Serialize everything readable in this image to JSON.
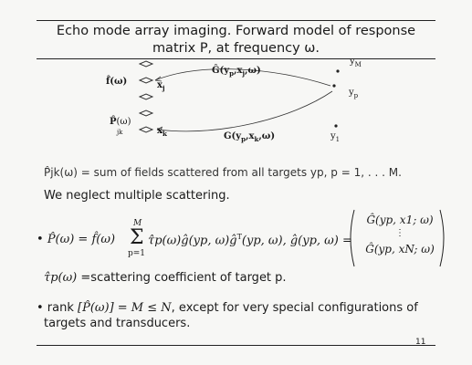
{
  "slide": {
    "title_line1": "Echo mode array imaging. Forward model of response",
    "title_line2": "matrix P, at frequency ω.",
    "diagram": {
      "f_label": "f̂(ω)",
      "x_j": "x",
      "x_j_sub": "j",
      "P_label": "P̂",
      "P_omega": "(ω)",
      "P_sub": "jk",
      "x_k": "x",
      "x_k_sub": "k",
      "G_top": "Ĝ(y",
      "G_top_sub": "p",
      "G_top_rest": ",x",
      "G_top_sub2": "j",
      "G_top_end": ",ω)",
      "G_bot": "G(y",
      "G_bot_sub": "p",
      "G_bot_rest": ",x",
      "G_bot_sub2": "k",
      "G_bot_end": ",ω)",
      "yM": "y",
      "yM_sub": "M",
      "yp": "y",
      "yp_sub": "p",
      "y1": "y",
      "y1_sub": "1"
    },
    "sum_line": "P̂jk(ω) = sum of fields scattered from all targets yp, p = 1, . . . M.",
    "neglect": "We neglect multiple scattering.",
    "equation": {
      "bullet": "•",
      "lhs": "P̂(ω) = f̂(ω)",
      "sum_top": "M",
      "sum_sign": "Σ",
      "sum_bottom": "p=1",
      "rhs": "τ̂p(ω)ĝ(yp, ω)ĝ",
      "T": "T",
      "rhs2": "(yp, ω), ĝ(yp, ω) =",
      "vec_top": "Ĝ(yp, x1; ω)",
      "vec_dots": "⋮",
      "vec_bottom": "Ĝ(yp, xN; ω)"
    },
    "tau_def_symbol": "τ̂p(ω)",
    "tau_def_text": " =scattering coefficient of target p.",
    "rank_bullet": "• rank ",
    "rank_math": "[P̂(ω)] = M ≤ N",
    "rank_rest": ", except for very special configurations of",
    "rank_line2": "targets and transducers.",
    "page_number": "11"
  }
}
